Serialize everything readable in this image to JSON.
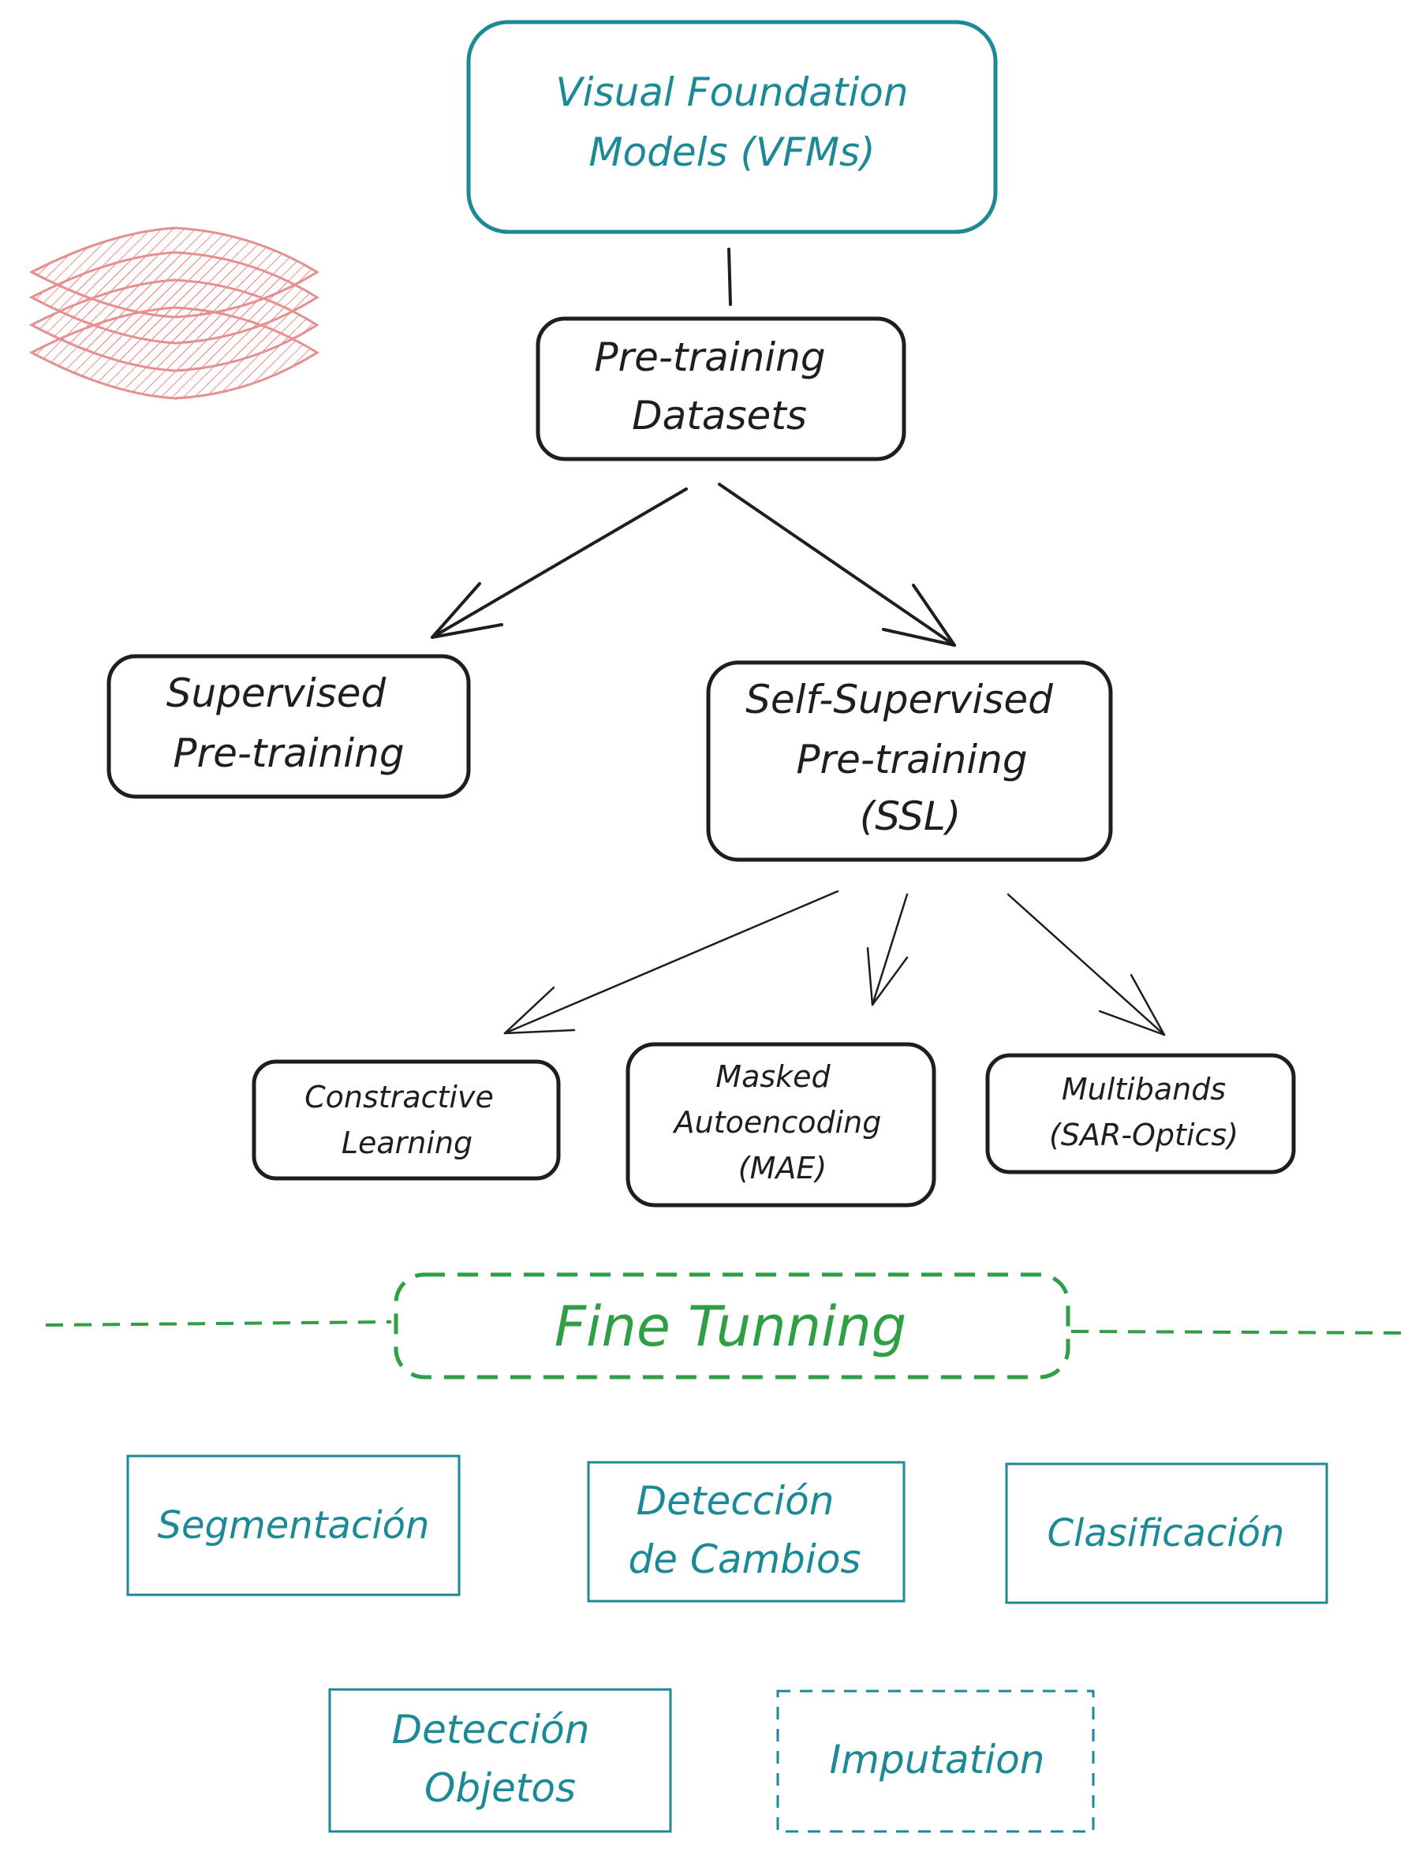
{
  "colors": {
    "teal": "#1b8a96",
    "black": "#1e1e1e",
    "green": "#2f9e44",
    "red": "#e03131"
  },
  "icons": {
    "stack": "stacked-layers-icon"
  },
  "nodes": {
    "vfm": {
      "line1": "Visual Foundation",
      "line2": "Models (VFMs)"
    },
    "datasets": {
      "line1": "Pre-training",
      "line2": "Datasets"
    },
    "supervised": {
      "line1": "Supervised",
      "line2": "Pre-training"
    },
    "ssl": {
      "line1": "Self-Supervised",
      "line2": "Pre-training",
      "line3": "(SSL)"
    },
    "contrastive": {
      "line1": "Constractive",
      "line2": "Learning"
    },
    "mae": {
      "line1": "Masked",
      "line2": "Autoencoding",
      "line3": "(MAE)"
    },
    "multibands": {
      "line1": "Multibands",
      "line2": "(SAR-Optics)"
    },
    "finetuning": {
      "label": "Fine Tunning"
    },
    "segmentacion": {
      "label": "Segmentación"
    },
    "cambios": {
      "line1": "Detección",
      "line2": "de Cambios"
    },
    "clasificacion": {
      "label": "Clasificación"
    },
    "objetos": {
      "line1": "Detección",
      "line2": "Objetos"
    },
    "imputation": {
      "label": "Imputation"
    }
  }
}
